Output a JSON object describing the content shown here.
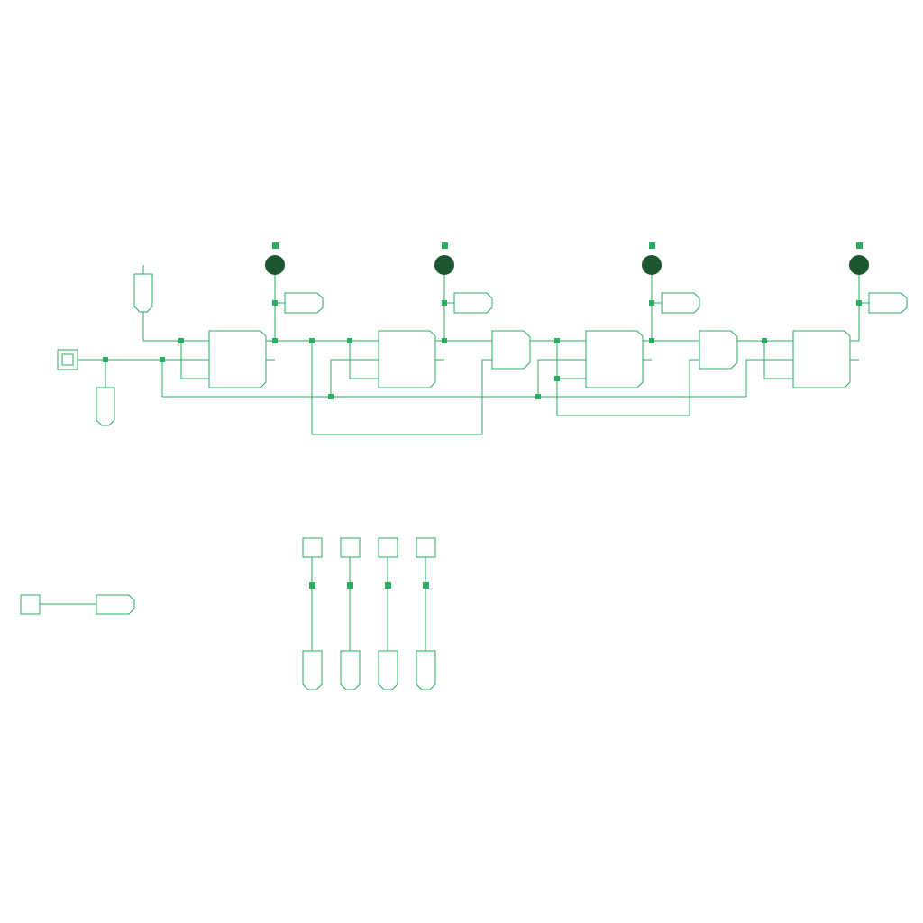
{
  "diagram": {
    "background": "#ffffff",
    "colors": {
      "wire": "#27ae60",
      "led_on": "#1e5631",
      "joint": "#27ae60"
    },
    "counter_stage_count": 4,
    "led_count": 4,
    "output_probe_count": 4,
    "input_pin_count": 4,
    "output_pin_count": 4
  }
}
